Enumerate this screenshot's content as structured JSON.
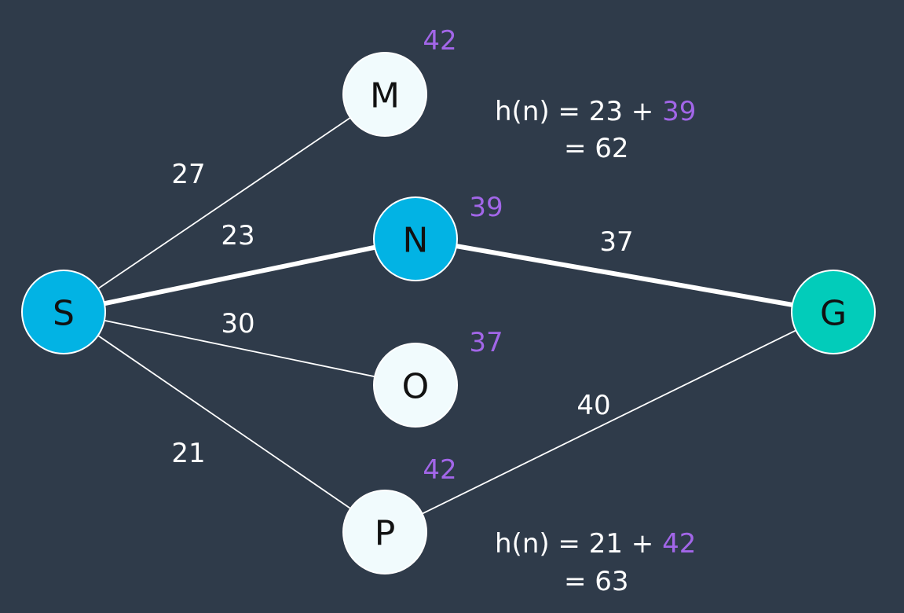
{
  "colors": {
    "background": "#2f3b4a",
    "node_default": "#f1fbfd",
    "node_highlight": "#02b3e4",
    "node_goal": "#02ccba",
    "heuristic_text": "#a266e8",
    "edge": "#ffffff",
    "text_dark": "#111111"
  },
  "nodes": {
    "S": {
      "label": "S",
      "style": "highlight"
    },
    "M": {
      "label": "M",
      "style": "default",
      "heuristic": "42"
    },
    "N": {
      "label": "N",
      "style": "highlight",
      "heuristic": "39"
    },
    "O": {
      "label": "O",
      "style": "default",
      "heuristic": "37"
    },
    "P": {
      "label": "P",
      "style": "default",
      "heuristic": "42"
    },
    "G": {
      "label": "G",
      "style": "goal"
    }
  },
  "edges": [
    {
      "from": "S",
      "to": "M",
      "weight": "27",
      "highlighted": false
    },
    {
      "from": "S",
      "to": "N",
      "weight": "23",
      "highlighted": true
    },
    {
      "from": "S",
      "to": "O",
      "weight": "30",
      "highlighted": false
    },
    {
      "from": "S",
      "to": "P",
      "weight": "21",
      "highlighted": false
    },
    {
      "from": "N",
      "to": "G",
      "weight": "37",
      "highlighted": true
    },
    {
      "from": "P",
      "to": "G",
      "weight": "40",
      "highlighted": false
    }
  ],
  "formulas": {
    "top": {
      "prefix": "h(n) = 23 + ",
      "heuristic": "39",
      "result": "= 62"
    },
    "bottom": {
      "prefix": "h(n) = 21 + ",
      "heuristic": "42",
      "result": "= 63"
    }
  }
}
